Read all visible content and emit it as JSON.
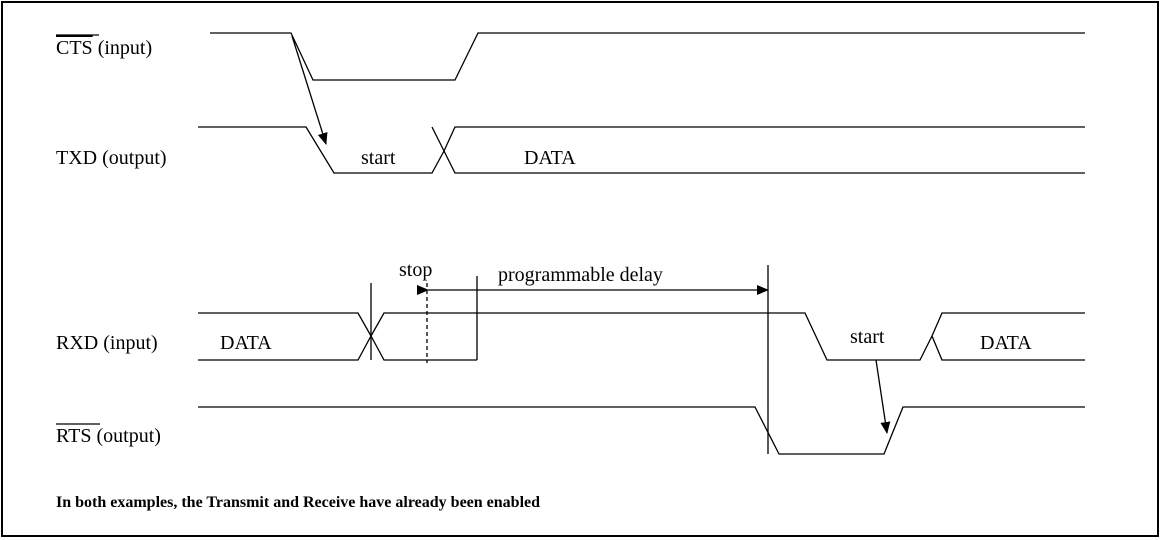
{
  "signals": {
    "cts_name": "CTS",
    "cts_suffix": " (input)",
    "txd_label": "TXD (output)",
    "rxd_label": "RXD (input)",
    "rts_name": "RTS",
    "rts_suffix": " (output)"
  },
  "txd": {
    "start_label": "start",
    "data_label": "DATA"
  },
  "rxd": {
    "data_label_left": "DATA",
    "start_label": "start",
    "data_label_right": "DATA"
  },
  "annotations": {
    "stop_label": "stop",
    "delay_label": "programmable delay"
  },
  "footer": {
    "note": "In both examples, the Transmit and Receive have already been enabled"
  }
}
